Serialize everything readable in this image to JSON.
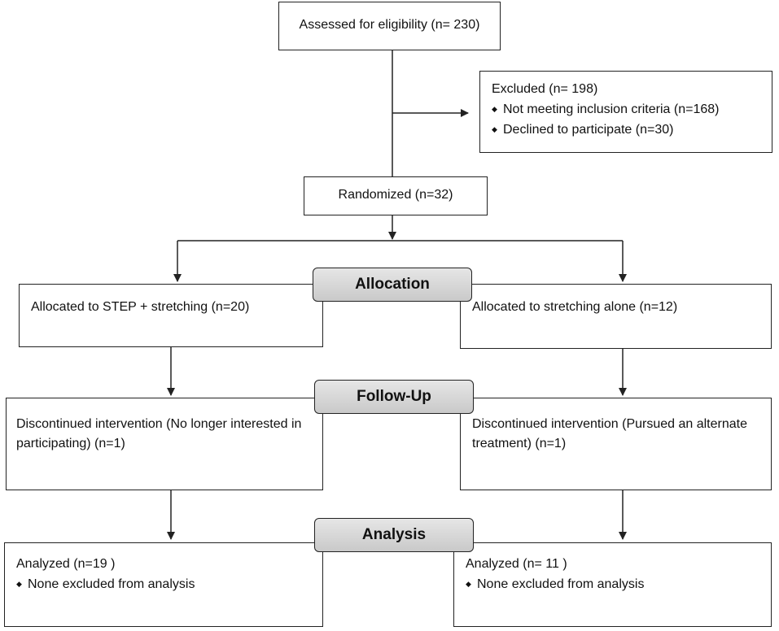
{
  "assessed": {
    "text": "Assessed for eligibility (n= 230)"
  },
  "excluded": {
    "title": "Excluded  (n= 198)",
    "bullets": [
      "Not meeting inclusion criteria (n=168)",
      "Declined to participate (n=30)"
    ]
  },
  "randomized": {
    "text": "Randomized (n=32)"
  },
  "stages": {
    "allocation": "Allocation",
    "followup": "Follow-Up",
    "analysis": "Analysis"
  },
  "left": {
    "allocated": "Allocated to STEP + stretching (n=20)",
    "followup": "Discontinued intervention (No longer interested in participating) (n=1)",
    "analyzed_title": "Analyzed  (n=19  )",
    "analyzed_bullet": "None excluded from analysis"
  },
  "right": {
    "allocated": "Allocated to stretching alone (n=12)",
    "followup": "Discontinued intervention (Pursued an alternate treatment) (n=1)",
    "analyzed_title": "Analyzed  (n= 11 )",
    "analyzed_bullet": "None excluded from analysis"
  }
}
